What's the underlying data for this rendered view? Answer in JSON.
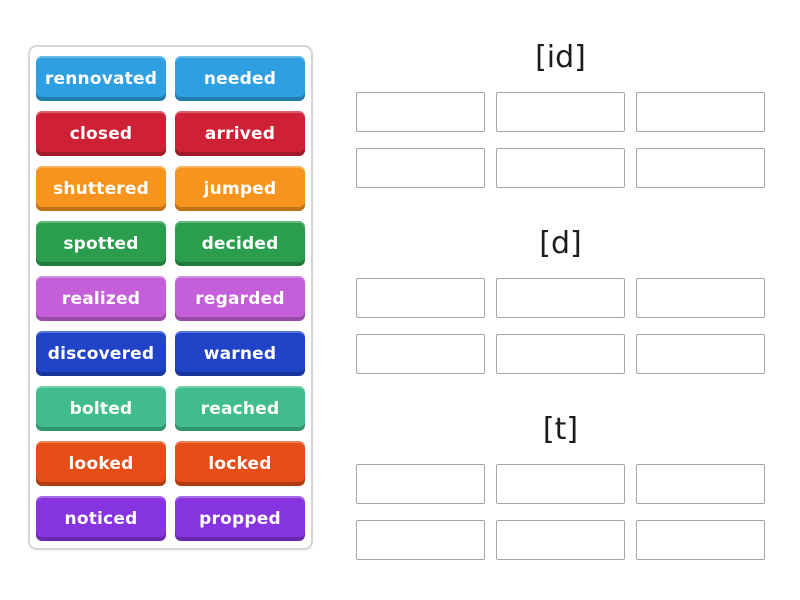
{
  "word_bank": {
    "tiles": [
      {
        "label": "rennovated",
        "color": "#2e9fe0"
      },
      {
        "label": "needed",
        "color": "#2e9fe0"
      },
      {
        "label": "closed",
        "color": "#cf2136"
      },
      {
        "label": "arrived",
        "color": "#cf2136"
      },
      {
        "label": "shuttered",
        "color": "#f7941d"
      },
      {
        "label": "jumped",
        "color": "#f7941d"
      },
      {
        "label": "spotted",
        "color": "#2b9e4e"
      },
      {
        "label": "decided",
        "color": "#2b9e4e"
      },
      {
        "label": "realized",
        "color": "#c45fd9"
      },
      {
        "label": "regarded",
        "color": "#c45fd9"
      },
      {
        "label": "discovered",
        "color": "#2143c8"
      },
      {
        "label": "warned",
        "color": "#2143c8"
      },
      {
        "label": "bolted",
        "color": "#41bd8d"
      },
      {
        "label": "reached",
        "color": "#41bd8d"
      },
      {
        "label": "looked",
        "color": "#e54d18"
      },
      {
        "label": "locked",
        "color": "#e54d18"
      },
      {
        "label": "noticed",
        "color": "#8634df"
      },
      {
        "label": "propped",
        "color": "#8634df"
      }
    ]
  },
  "categories": [
    {
      "id": "id",
      "label": "[id]",
      "slot_count": 6,
      "slot_columns": 3
    },
    {
      "id": "d",
      "label": "[d]",
      "slot_count": 6,
      "slot_columns": 3
    },
    {
      "id": "t",
      "label": "[t]",
      "slot_count": 6,
      "slot_columns": 3
    }
  ],
  "colors": {
    "background": "#ffffff",
    "panel_border": "#d6d6d6",
    "slot_border": "#a6a6a6",
    "header_text": "#1c1c1c",
    "tile_text": "#ffffff"
  }
}
